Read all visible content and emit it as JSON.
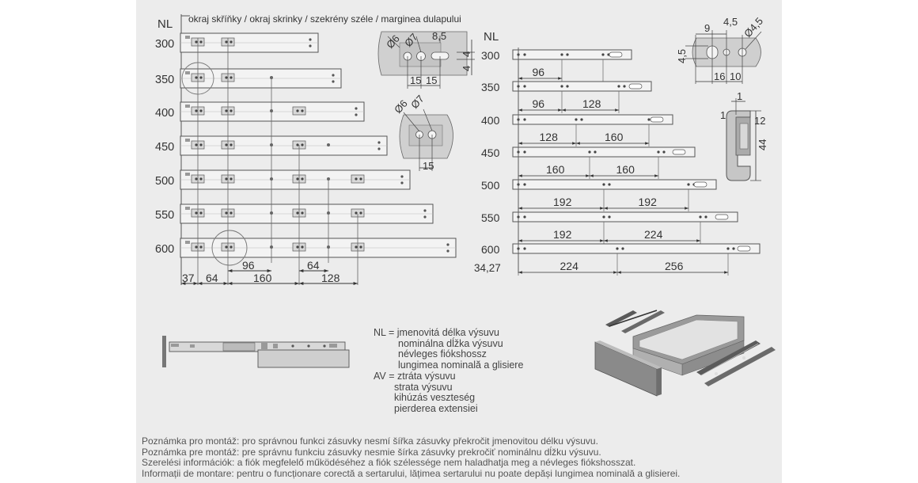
{
  "labels": {
    "nl_left": "NL",
    "nl_right": "NL",
    "cabinet_edge": "okraj skříňky / okraj skrinky / szekrény széle / marginea dulapului"
  },
  "left_lengths": [
    "300",
    "350",
    "400",
    "450",
    "500",
    "550",
    "600"
  ],
  "left_dims": [
    "37",
    "64",
    "96",
    "160",
    "64",
    "128"
  ],
  "right_lengths": [
    "300",
    "350",
    "400",
    "450",
    "500",
    "550",
    "600"
  ],
  "right_spacings": [
    [
      "96"
    ],
    [
      "96",
      "128"
    ],
    [
      "128",
      "160"
    ],
    [
      "160",
      "160"
    ],
    [
      "192",
      "192"
    ],
    [
      "192",
      "224"
    ],
    [
      "224",
      "256"
    ]
  ],
  "right_offset": "34,27",
  "detail_top": [
    "Ø6",
    "Ø7",
    "8,5",
    "4",
    "4",
    "15",
    "15"
  ],
  "detail_mid": [
    "Ø6",
    "Ø7",
    "15"
  ],
  "detail_right": [
    "9",
    "4,5",
    "Ø4,5",
    "4,5",
    "16",
    "10"
  ],
  "profile": [
    "1",
    "1",
    "12",
    "44"
  ],
  "legend": {
    "nl_lines": [
      "NL = jmenovitá délka výsuvu",
      "nominálna dĺžka výsuvu",
      "névleges fiókshossz",
      "lungimea nominală a glisiere"
    ],
    "av_lines": [
      "AV = ztráta výsuvu",
      "strata výsuvu",
      "kihúzás veszteség",
      "pierderea extensiei"
    ]
  },
  "notes": [
    "Poznámka pro montáž: pro správnou funkci zásuvky nesmí šířka zásuvky překročit jmenovitou délku výsuvu.",
    "Poznámka pre montáž: pre správnu funkciu zásuvky nesmie šírka zásuvky prekročiť nominálnu dĺžku výsuvu.",
    "Szerelési információk: a fiók megfelelő működéséhez a fiók szélessége nem haladhatja meg a névleges fiókshosszat.",
    "Informații de montare: pentru o funcționare corectă a sertarului, lățimea sertarului nu poate depăși lungimea nominală a glisierei."
  ]
}
